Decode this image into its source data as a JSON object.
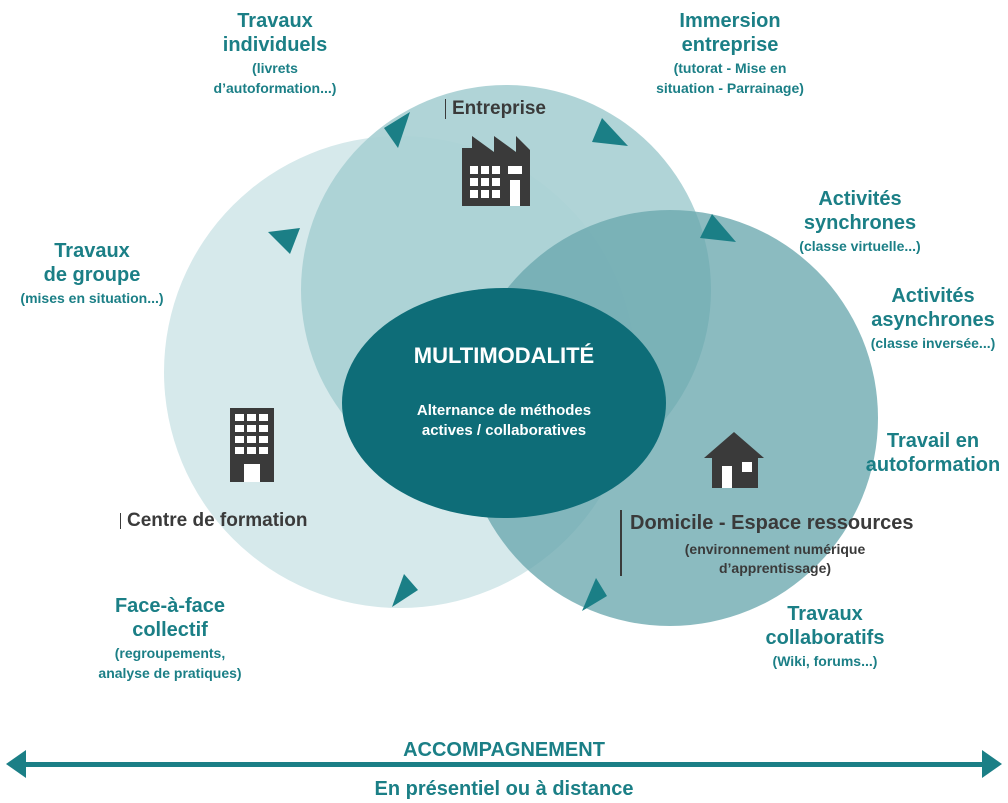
{
  "center": {
    "title": "MULTIMODALITÉ",
    "subtitle_line1": "Alternance de méthodes",
    "subtitle_line2": "actives / collaboratives"
  },
  "places": {
    "entreprise": "Entreprise",
    "centre": "Centre de formation",
    "domicile": "Domicile - Espace ressources",
    "domicile_sub_line1": "(environnement numérique",
    "domicile_sub_line2": "d’apprentissage)"
  },
  "activities": {
    "travaux_individuels": {
      "title_line1": "Travaux",
      "title_line2": "individuels",
      "sub_line1": "(livrets",
      "sub_line2": "d’autoformation...)"
    },
    "immersion": {
      "title_line1": "Immersion",
      "title_line2": "entreprise",
      "sub_line1": "(tutorat - Mise en",
      "sub_line2": "situation - Parrainage)"
    },
    "synchrones": {
      "title_line1": "Activités",
      "title_line2": "synchrones",
      "sub_line1": "(classe virtuelle...)"
    },
    "asynchrones": {
      "title_line1": "Activités",
      "title_line2": "asynchrones",
      "sub_line1": "(classe inversée...)"
    },
    "autoformation": {
      "title_line1": "Travail en",
      "title_line2": "autoformation"
    },
    "travaux_groupe": {
      "title_line1": "Travaux",
      "title_line2": "de groupe",
      "sub_line1": "(mises en situation...)"
    },
    "face_a_face": {
      "title_line1": "Face-à-face",
      "title_line2": "collectif",
      "sub_line1": "(regroupements,",
      "sub_line2": "analyse de pratiques)"
    },
    "collaboratifs": {
      "title_line1": "Travaux",
      "title_line2": "collaboratifs",
      "sub_line1": "(Wiki, forums...)"
    }
  },
  "bottom": {
    "title": "ACCOMPAGNEMENT",
    "subtitle": "En présentiel ou à distance"
  },
  "colors": {
    "accent": "#1b7f86",
    "center_fill": "#0e6d78",
    "circle_top": "#a9d0d4",
    "circle_left": "#d6e9eb",
    "circle_right": "#8fbfc4",
    "place_text": "#3a3a3a"
  },
  "icons": [
    "factory-icon",
    "office-building-icon",
    "house-icon",
    "arrow-icon"
  ]
}
